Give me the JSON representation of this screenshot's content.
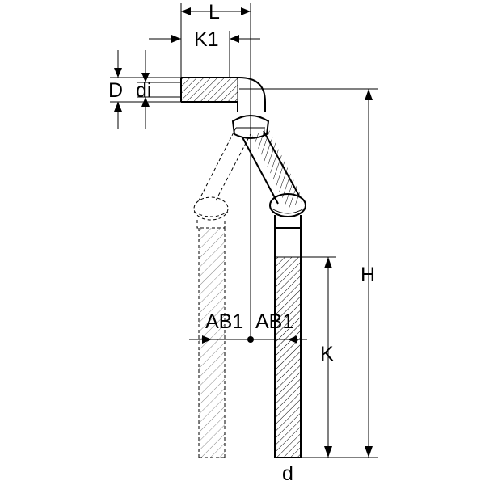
{
  "labels": {
    "L": "L",
    "K1": "K1",
    "D": "D",
    "di": "di",
    "H": "H",
    "K": "K",
    "AB1_left": "AB1",
    "AB1_right": "AB1",
    "d": "d"
  }
}
